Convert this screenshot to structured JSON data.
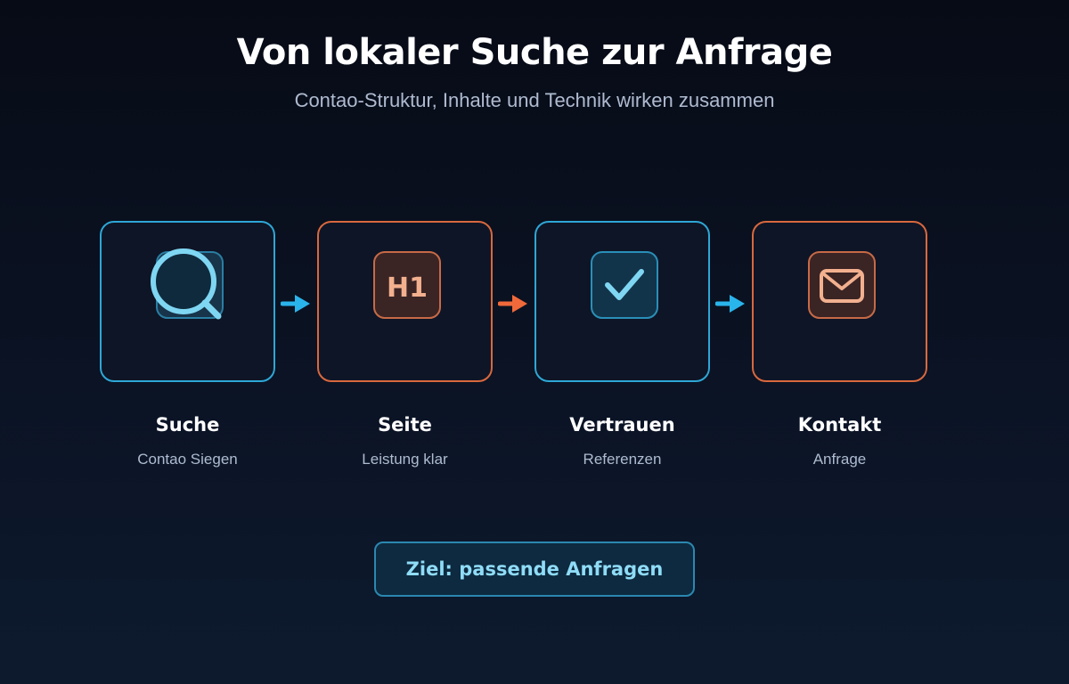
{
  "header": {
    "title": "Von lokaler Suche zur Anfrage",
    "subtitle": "Contao-Struktur, Inhalte und Technik wirken zusammen"
  },
  "colors": {
    "background": "#0a1120",
    "accent_blue": "#2ea7d6",
    "accent_orange": "#d9683e",
    "text_muted": "#aebbd0",
    "goal_text": "#8fdcf7"
  },
  "steps": [
    {
      "title": "Suche",
      "subtitle": "Contao Siegen",
      "icon": "search-icon",
      "accent": "blue"
    },
    {
      "title": "Seite",
      "subtitle": "Leistung klar",
      "icon": "h1-icon",
      "icon_text": "H1",
      "accent": "orange"
    },
    {
      "title": "Vertrauen",
      "subtitle": "Referenzen",
      "icon": "checkmark-icon",
      "accent": "blue"
    },
    {
      "title": "Kontakt",
      "subtitle": "Anfrage",
      "icon": "mail-icon",
      "accent": "orange"
    }
  ],
  "connectors": [
    {
      "icon": "arrow-right-icon",
      "accent": "blue"
    },
    {
      "icon": "arrow-right-icon",
      "accent": "orange"
    },
    {
      "icon": "arrow-right-icon",
      "accent": "blue"
    }
  ],
  "goal": {
    "label": "Ziel: passende Anfragen"
  }
}
